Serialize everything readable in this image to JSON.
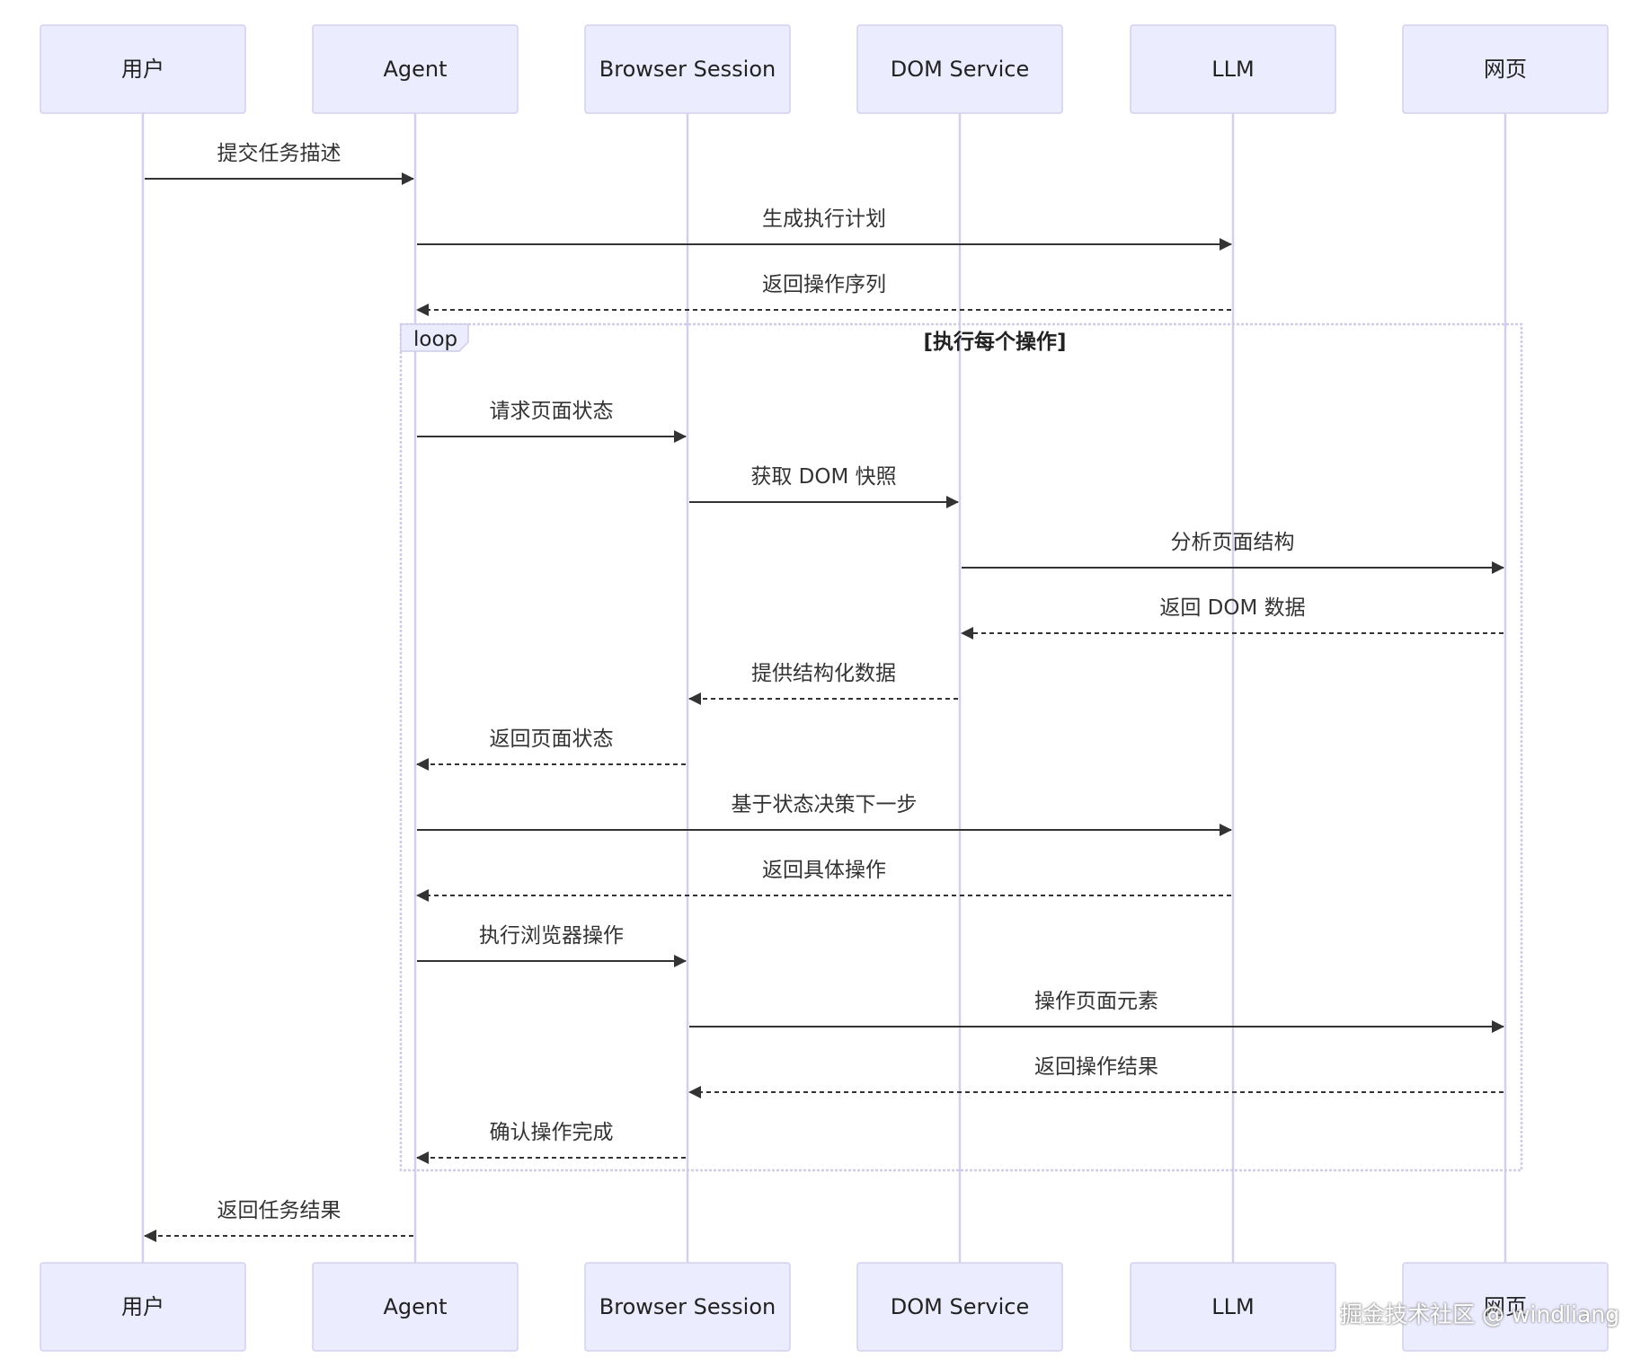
{
  "participants": [
    {
      "id": "user",
      "label": "用户"
    },
    {
      "id": "agent",
      "label": "Agent"
    },
    {
      "id": "browser",
      "label": "Browser Session"
    },
    {
      "id": "dom",
      "label": "DOM Service"
    },
    {
      "id": "llm",
      "label": "LLM"
    },
    {
      "id": "page",
      "label": "网页"
    }
  ],
  "loop": {
    "label": "loop",
    "condition": "[执行每个操作]"
  },
  "messages": [
    {
      "from": "user",
      "to": "agent",
      "text": "提交任务描述",
      "style": "solid"
    },
    {
      "from": "agent",
      "to": "llm",
      "text": "生成执行计划",
      "style": "solid"
    },
    {
      "from": "llm",
      "to": "agent",
      "text": "返回操作序列",
      "style": "dashed"
    },
    {
      "from": "agent",
      "to": "browser",
      "text": "请求页面状态",
      "style": "solid"
    },
    {
      "from": "browser",
      "to": "dom",
      "text": "获取 DOM 快照",
      "style": "solid"
    },
    {
      "from": "dom",
      "to": "page",
      "text": "分析页面结构",
      "style": "solid"
    },
    {
      "from": "page",
      "to": "dom",
      "text": "返回 DOM 数据",
      "style": "dashed"
    },
    {
      "from": "dom",
      "to": "browser",
      "text": "提供结构化数据",
      "style": "dashed"
    },
    {
      "from": "browser",
      "to": "agent",
      "text": "返回页面状态",
      "style": "dashed"
    },
    {
      "from": "agent",
      "to": "llm",
      "text": "基于状态决策下一步",
      "style": "solid"
    },
    {
      "from": "llm",
      "to": "agent",
      "text": "返回具体操作",
      "style": "dashed"
    },
    {
      "from": "agent",
      "to": "browser",
      "text": "执行浏览器操作",
      "style": "solid"
    },
    {
      "from": "browser",
      "to": "page",
      "text": "操作页面元素",
      "style": "solid"
    },
    {
      "from": "page",
      "to": "browser",
      "text": "返回操作结果",
      "style": "dashed"
    },
    {
      "from": "browser",
      "to": "agent",
      "text": "确认操作完成",
      "style": "dashed"
    },
    {
      "from": "agent",
      "to": "user",
      "text": "返回任务结果",
      "style": "dashed"
    }
  ],
  "watermark": "掘金技术社区 @ windliang"
}
